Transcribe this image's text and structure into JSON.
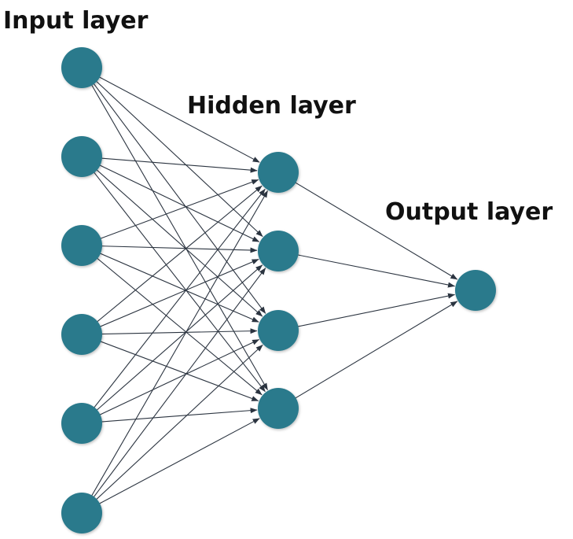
{
  "labels": {
    "input": "Input layer",
    "hidden": "Hidden layer",
    "output": "Output layer"
  },
  "network": {
    "layers": [
      {
        "name": "input",
        "nodes": 6
      },
      {
        "name": "hidden",
        "nodes": 4
      },
      {
        "name": "output",
        "nodes": 1
      }
    ],
    "connectivity": "fully-connected",
    "arrowheads": true
  },
  "colors": {
    "node_fill": "#2b7a8c",
    "edge": "#2b3440",
    "text": "#111111",
    "background": "#ffffff"
  }
}
